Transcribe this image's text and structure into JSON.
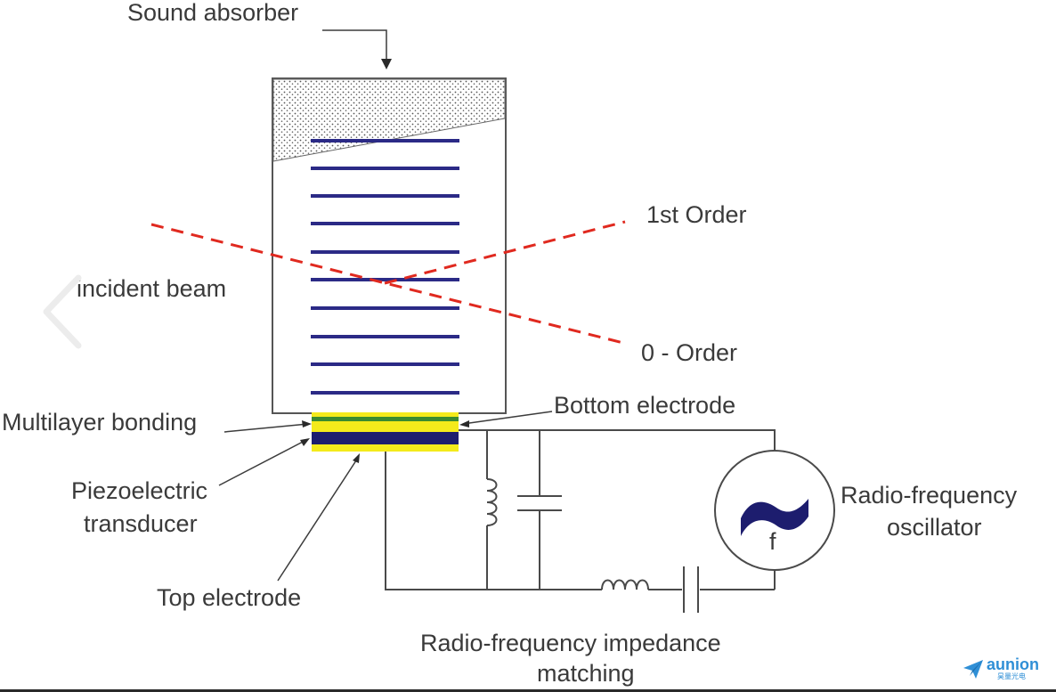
{
  "labels": {
    "sound_absorber": "Sound absorber",
    "first_order": "1st Order",
    "incident_beam": "incident beam",
    "zero_order": "0 - Order",
    "bottom_electrode": "Bottom electrode",
    "multilayer_bonding": "Multilayer bonding",
    "piezoelectric_line1": "Piezoelectric",
    "piezoelectric_line2": "transducer",
    "top_electrode": "Top electrode",
    "rf_oscillator_line1": "Radio-frequency",
    "rf_oscillator_line2": "oscillator",
    "oscillator_symbol": "f",
    "impedance_line1": "Radio-frequency impedance",
    "impedance_line2": "matching"
  },
  "brand": {
    "name": "aunion",
    "subtitle": "昊量光电"
  },
  "icons": {
    "brand_logo": "paper-plane-icon",
    "nav_prev": "chevron-left-icon"
  },
  "colors": {
    "grating": "#2b2a86",
    "beam": "#e0291f",
    "transducer_yellow": "#f4ea1b",
    "transducer_green": "#3b8a2f",
    "transducer_navy": "#1d1d6e",
    "brand": "#2f8fd6"
  }
}
